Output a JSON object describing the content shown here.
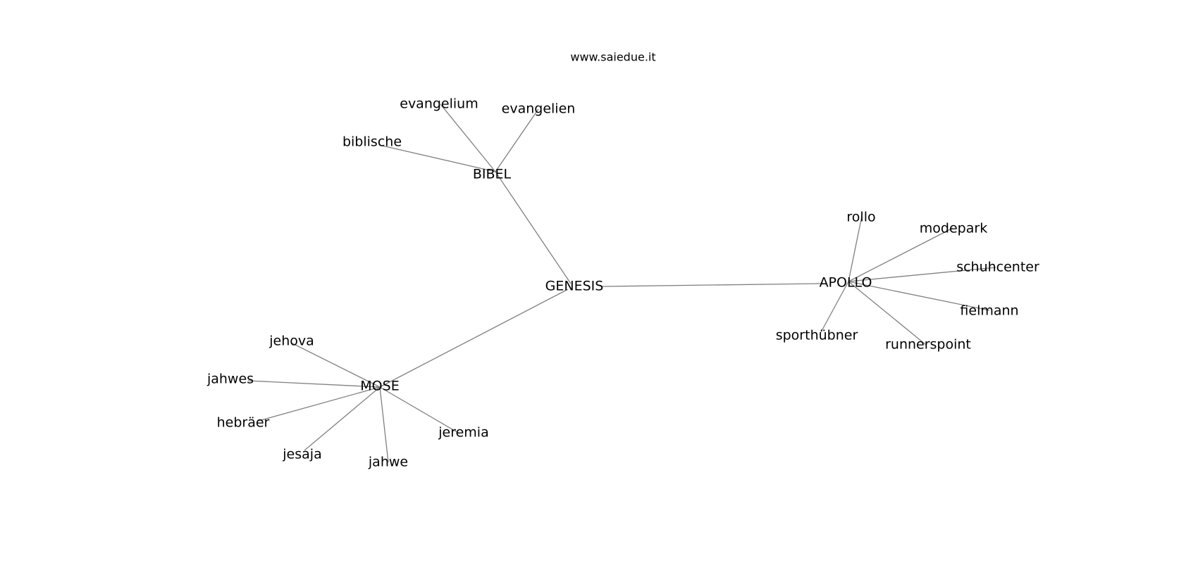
{
  "watermark": "www.saiedue.it",
  "colors": {
    "edge": "#808080",
    "text": "#000000",
    "background": "#ffffff"
  },
  "graph": {
    "nodes": [
      {
        "id": "GENESIS",
        "label": "GENESIS"
      },
      {
        "id": "BIBEL",
        "label": "BIBEL"
      },
      {
        "id": "MOSE",
        "label": "MOSE"
      },
      {
        "id": "APOLLO",
        "label": "APOLLO"
      },
      {
        "id": "evangelium",
        "label": "evangelium"
      },
      {
        "id": "evangelien",
        "label": "evangelien"
      },
      {
        "id": "biblische",
        "label": "biblische"
      },
      {
        "id": "jehova",
        "label": "jehova"
      },
      {
        "id": "jahwes",
        "label": "jahwes"
      },
      {
        "id": "hebraeer",
        "label": "hebräer"
      },
      {
        "id": "jesaja",
        "label": "jesaja"
      },
      {
        "id": "jahwe",
        "label": "jahwe"
      },
      {
        "id": "jeremia",
        "label": "jeremia"
      },
      {
        "id": "rollo",
        "label": "rollo"
      },
      {
        "id": "modepark",
        "label": "modepark"
      },
      {
        "id": "schuhcenter",
        "label": "schuhcenter"
      },
      {
        "id": "fielmann",
        "label": "fielmann"
      },
      {
        "id": "runnerspoint",
        "label": "runnerspoint"
      },
      {
        "id": "sporthuebner",
        "label": "sporthübner"
      }
    ],
    "edges": [
      [
        "GENESIS",
        "BIBEL"
      ],
      [
        "GENESIS",
        "MOSE"
      ],
      [
        "GENESIS",
        "APOLLO"
      ],
      [
        "BIBEL",
        "evangelium"
      ],
      [
        "BIBEL",
        "evangelien"
      ],
      [
        "BIBEL",
        "biblische"
      ],
      [
        "MOSE",
        "jehova"
      ],
      [
        "MOSE",
        "jahwes"
      ],
      [
        "MOSE",
        "hebraeer"
      ],
      [
        "MOSE",
        "jesaja"
      ],
      [
        "MOSE",
        "jahwe"
      ],
      [
        "MOSE",
        "jeremia"
      ],
      [
        "APOLLO",
        "rollo"
      ],
      [
        "APOLLO",
        "modepark"
      ],
      [
        "APOLLO",
        "schuhcenter"
      ],
      [
        "APOLLO",
        "fielmann"
      ],
      [
        "APOLLO",
        "runnerspoint"
      ],
      [
        "APOLLO",
        "sporthuebner"
      ]
    ]
  }
}
